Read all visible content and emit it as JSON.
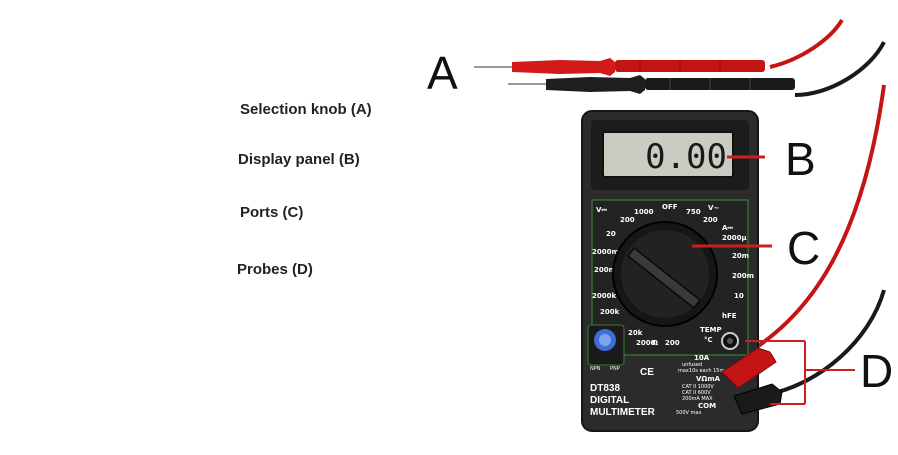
{
  "legend": [
    {
      "text": "Selection knob (A)"
    },
    {
      "text": "Display panel (B)"
    },
    {
      "text": "Ports (C)"
    },
    {
      "text": "Probes (D)"
    }
  ],
  "callouts": {
    "a": "A",
    "b": "B",
    "c": "C",
    "d": "D"
  },
  "meter": {
    "reading": "0.00",
    "model": "DT838",
    "line2": "DIGITAL",
    "line3": "MULTIMETER",
    "off": "OFF",
    "ce": "CE",
    "npn": "NPN",
    "pnp": "PNP",
    "port_10a": "10A",
    "port_vma": "VΩmA",
    "port_com": "COM",
    "dial": [
      "1000",
      "750",
      "200",
      "V⎓",
      "V~",
      "A⎓",
      "200",
      "20",
      "2000m",
      "200m",
      "2000k",
      "200k",
      "20k",
      "2000",
      "Ω",
      "200",
      "2000μ",
      "20m",
      "200m",
      "10",
      "hFE",
      "TEMP",
      "°C"
    ],
    "warning_lines": [
      "unfused",
      "max10s each 15m",
      "CAT II 1000V",
      "CAT II 600V",
      "200mA MAX",
      "500V max"
    ]
  },
  "colors": {
    "red_lead": "#c41414",
    "black_lead": "#1a1a1a",
    "body": "#2b2b2b",
    "lcd": "#c9ccc0",
    "pointer": "#cc1f1f"
  }
}
